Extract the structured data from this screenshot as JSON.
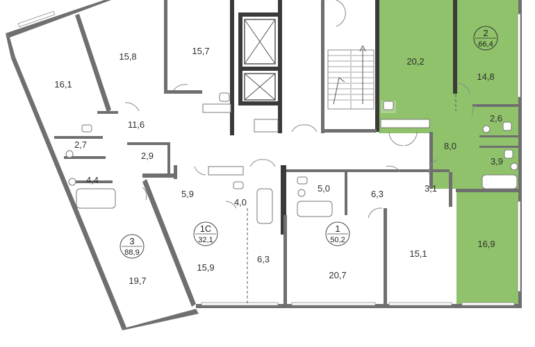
{
  "colors": {
    "highlight": "#8fc26a",
    "highlight_dark": "#6aa84f",
    "wall": "#6f6f6f",
    "wall_dark": "#3a3a3a",
    "background": "#ffffff"
  },
  "apartments": [
    {
      "id": "3",
      "number": "3",
      "area": "88,9"
    },
    {
      "id": "1c",
      "number": "1С",
      "area": "32,1"
    },
    {
      "id": "1",
      "number": "1",
      "area": "50,2"
    },
    {
      "id": "2",
      "number": "2",
      "area": "66,4"
    }
  ],
  "rooms": [
    {
      "id": "r1",
      "label": "16,1"
    },
    {
      "id": "r2",
      "label": "15,8"
    },
    {
      "id": "r3",
      "label": "15,7"
    },
    {
      "id": "r4",
      "label": "11,6"
    },
    {
      "id": "r5",
      "label": "2,7"
    },
    {
      "id": "r6",
      "label": "2,9"
    },
    {
      "id": "r7",
      "label": "4,4"
    },
    {
      "id": "r8",
      "label": "19,7"
    },
    {
      "id": "r9",
      "label": "5,9"
    },
    {
      "id": "r10",
      "label": "4,0"
    },
    {
      "id": "r11",
      "label": "15,9"
    },
    {
      "id": "r12",
      "label": "6,3"
    },
    {
      "id": "r13",
      "label": "5,0"
    },
    {
      "id": "r14",
      "label": "6,3"
    },
    {
      "id": "r15",
      "label": "3,1"
    },
    {
      "id": "r16",
      "label": "20,7"
    },
    {
      "id": "r17",
      "label": "15,1"
    },
    {
      "id": "r18",
      "label": "20,2"
    },
    {
      "id": "r19",
      "label": "14,8"
    },
    {
      "id": "r20",
      "label": "2,6"
    },
    {
      "id": "r21",
      "label": "8,0"
    },
    {
      "id": "r22",
      "label": "3,9"
    },
    {
      "id": "r23",
      "label": "16,9"
    }
  ]
}
